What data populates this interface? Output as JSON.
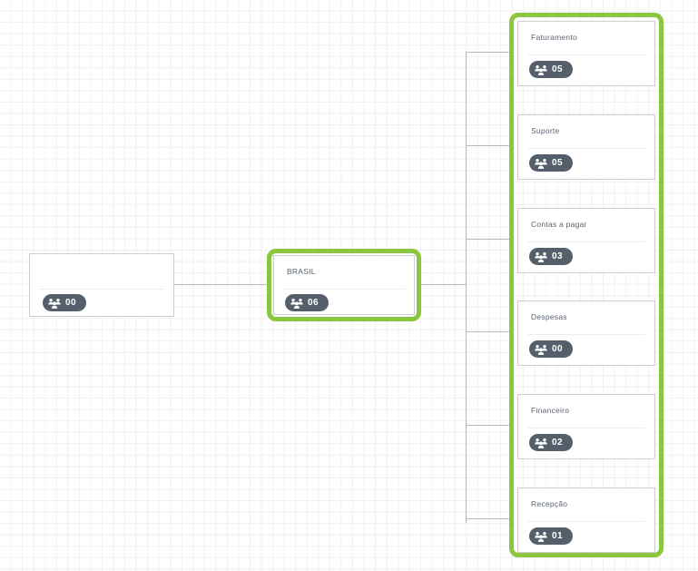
{
  "canvas": {
    "background_color": "#ffffff",
    "grid_line_color": "#f0f0f0",
    "connector_color": "#b9b9b9",
    "highlight_color": "#8cc63f",
    "badge_color": "#555f6b",
    "title_color": "#5a6472"
  },
  "icons": {
    "users_icon": "users-group-icon"
  },
  "nodes": {
    "root": {
      "title": "",
      "count": "00",
      "highlighted": false
    },
    "level1": {
      "title": "BRASIL",
      "count": "06",
      "highlighted": true
    },
    "level2_highlighted": true,
    "level2": [
      {
        "title": "Faturamento",
        "count": "05"
      },
      {
        "title": "Suporte",
        "count": "05"
      },
      {
        "title": "Contas a pagar",
        "count": "03"
      },
      {
        "title": "Despesas",
        "count": "00"
      },
      {
        "title": "Financeiro",
        "count": "02"
      },
      {
        "title": "Recepção",
        "count": "01"
      }
    ]
  }
}
